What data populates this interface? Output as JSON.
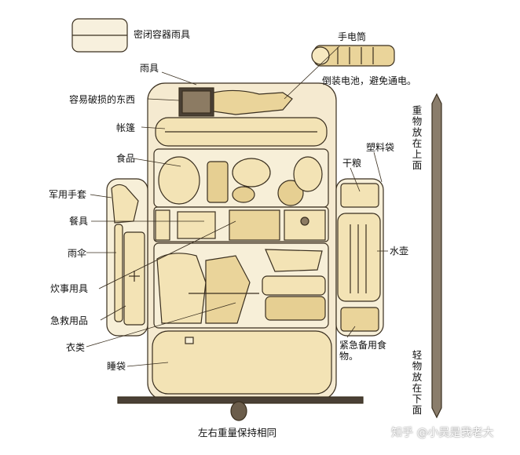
{
  "labels": {
    "sealed_rain_gear": "密闭容器雨具",
    "flashlight": "手电筒",
    "flashlight_note": "倒装电池，避免通电。",
    "rain_gear": "雨具",
    "fragile_items": "容易破损的东西",
    "tent": "帐篷",
    "food": "食品",
    "military_gloves": "军用手套",
    "tableware": "餐具",
    "umbrella": "雨伞",
    "cookware": "炊事用具",
    "first_aid": "急救用品",
    "clothing": "衣类",
    "sleeping_bag": "睡袋",
    "plastic_bag": "塑料袋",
    "dry_food": "干粮",
    "water_bottle": "水壶",
    "emergency_food": "紧急备用食物。",
    "heavy_on_top": "重物放在上面",
    "light_at_bottom": "轻物放在下面",
    "balance": "左右重量保持相同"
  },
  "watermark": "知乎 @小吴是我老大",
  "colors": {
    "ink": "#3a2f1f",
    "fill": "#f3e3b5",
    "fill_dark": "#e6cf92",
    "pack": "#f5ead0",
    "pole": "#8a7d6b"
  }
}
